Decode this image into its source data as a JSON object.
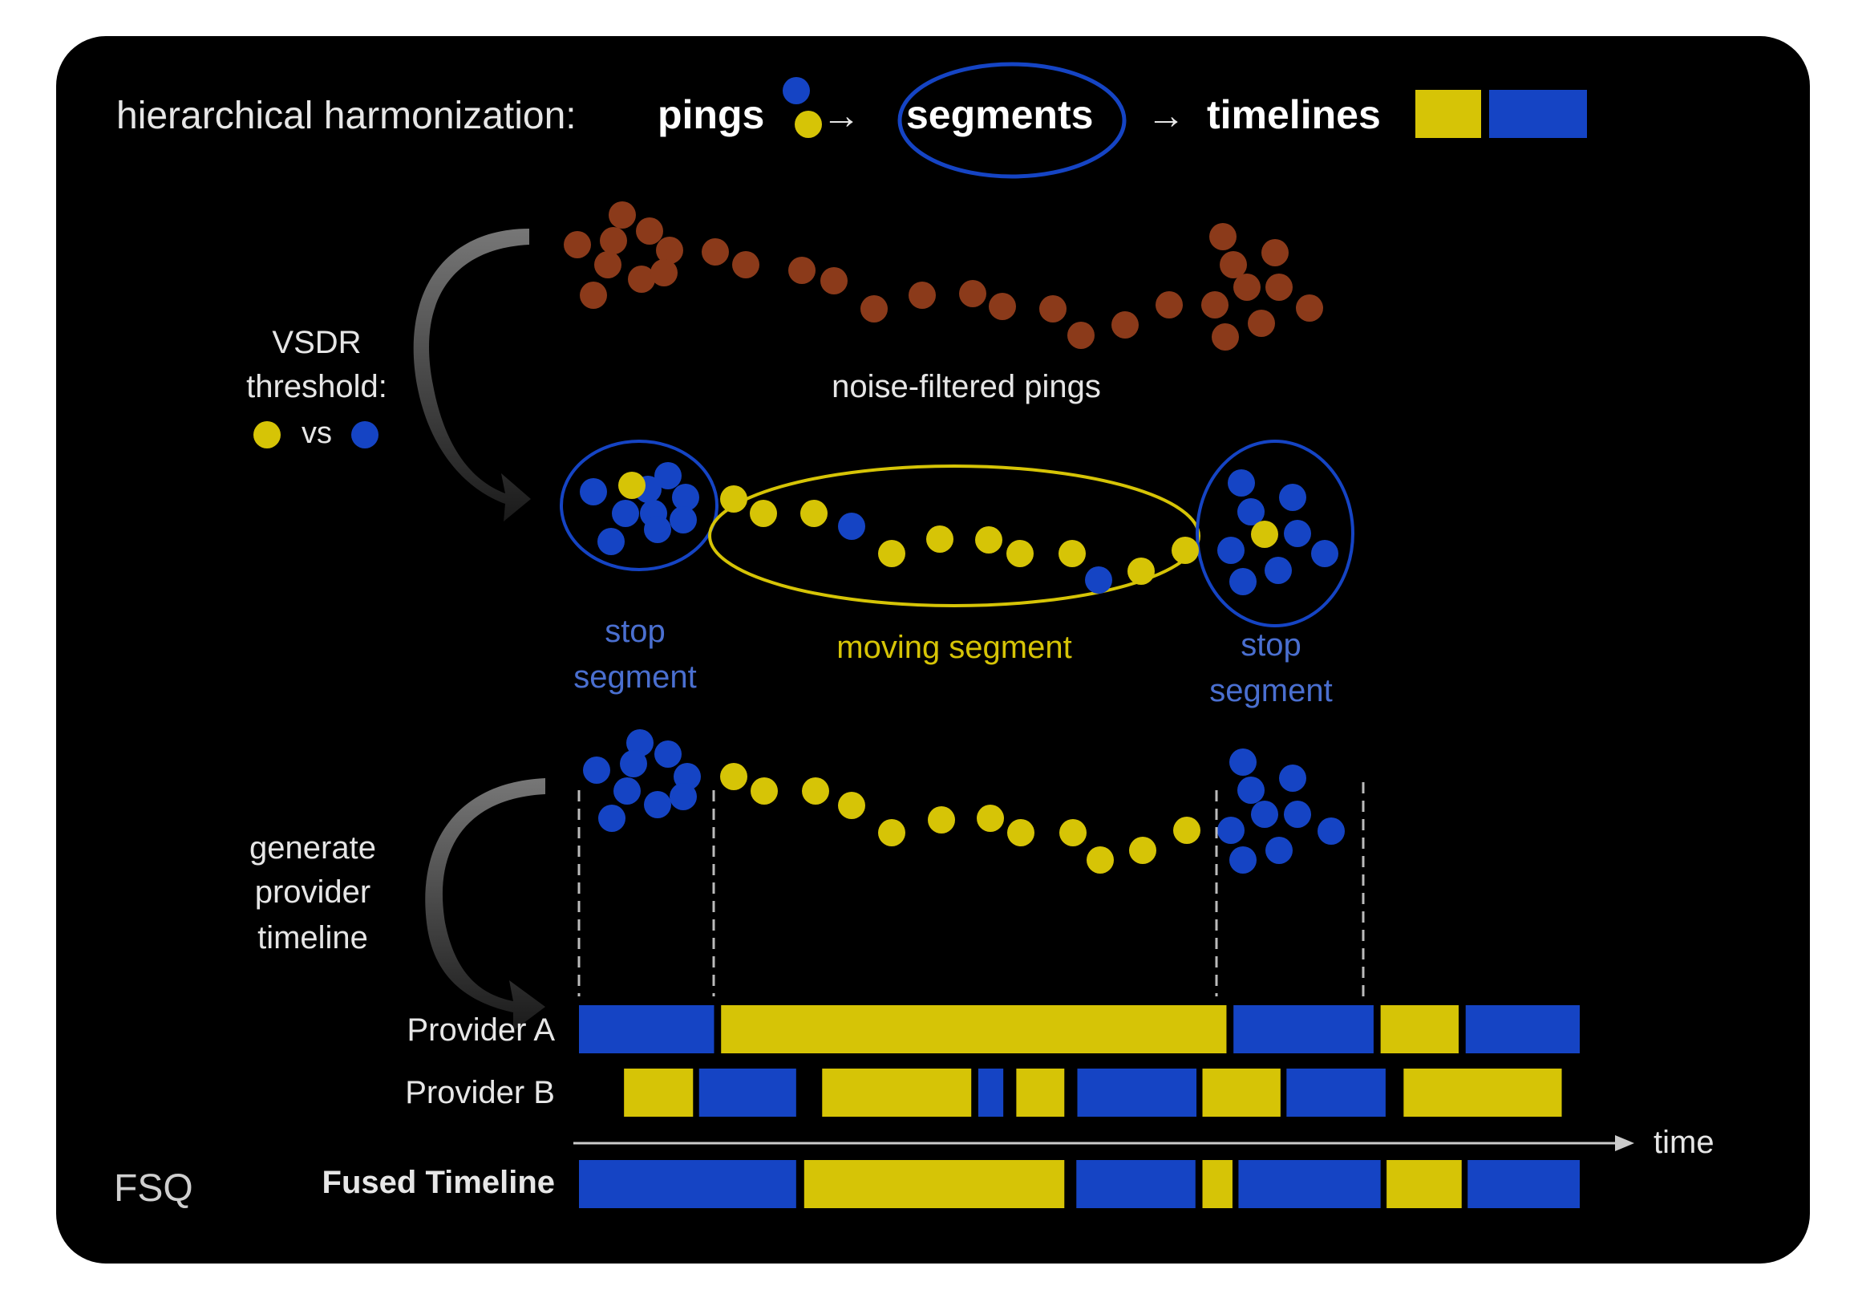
{
  "title": {
    "prefix": "hierarchical harmonization:",
    "pings": "pings",
    "segments": "segments",
    "timelines": "timelines",
    "arrow1": "→",
    "arrow2": "→"
  },
  "left_labels": {
    "vsdr_line1": "VSDR",
    "vsdr_line2": "threshold:",
    "vs": "vs",
    "gen_line1": "generate",
    "gen_line2": "provider",
    "gen_line3": "timeline"
  },
  "labels": {
    "noise_filtered": "noise-filtered pings",
    "stop_segment_line1": "stop",
    "stop_segment_line2": "segment",
    "moving_segment": "moving segment"
  },
  "timeline": {
    "provider_a": "Provider A",
    "provider_b": "Provider B",
    "fused": "Fused Timeline",
    "time": "time"
  },
  "logo": "FSQ",
  "colors": {
    "background": "#000000",
    "yellow": "#d6c406",
    "blue": "#1544c4",
    "brown": "#8b3a1a",
    "stop_label": "#4a6fd0",
    "moving_label": "#d6c406",
    "text": "#e6e6e6"
  },
  "timeline_bars": {
    "provider_a": [
      [
        "blue",
        0,
        0.135
      ],
      [
        "yellow",
        0.142,
        0.647
      ],
      [
        "blue",
        0.654,
        0.794
      ],
      [
        "yellow",
        0.801,
        0.879
      ],
      [
        "blue",
        0.886,
        1.0
      ]
    ],
    "provider_b": [
      [
        "yellow",
        0.045,
        0.114
      ],
      [
        "blue",
        0.12,
        0.217
      ],
      [
        "yellow",
        0.243,
        0.392
      ],
      [
        "blue",
        0.399,
        0.424
      ],
      [
        "yellow",
        0.437,
        0.485
      ],
      [
        "blue",
        0.498,
        0.617
      ],
      [
        "yellow",
        0.623,
        0.701
      ],
      [
        "blue",
        0.707,
        0.806
      ],
      [
        "yellow",
        0.824,
        0.982
      ]
    ],
    "fused": [
      [
        "blue",
        0,
        0.217
      ],
      [
        "yellow",
        0.225,
        0.485
      ],
      [
        "blue",
        0.497,
        0.616
      ],
      [
        "yellow",
        0.623,
        0.653
      ],
      [
        "blue",
        0.659,
        0.801
      ],
      [
        "yellow",
        0.807,
        0.882
      ],
      [
        "blue",
        0.888,
        1.0
      ]
    ]
  }
}
